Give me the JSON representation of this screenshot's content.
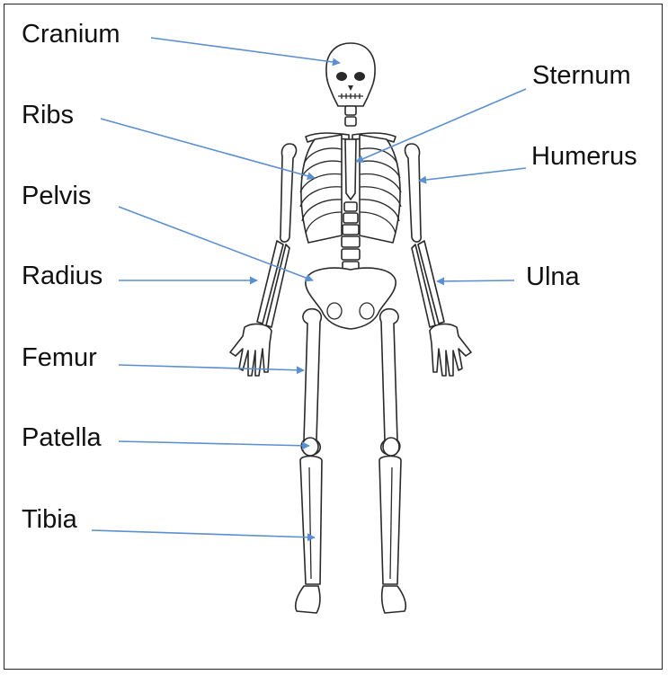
{
  "arrow_color": "#5b8fd0",
  "labels": {
    "cranium": "Cranium",
    "ribs": "Ribs",
    "pelvis": "Pelvis",
    "radius": "Radius",
    "femur": "Femur",
    "patella": "Patella",
    "tibia": "Tibia",
    "sternum": "Sternum",
    "humerus": "Humerus",
    "ulna": "Ulna"
  }
}
